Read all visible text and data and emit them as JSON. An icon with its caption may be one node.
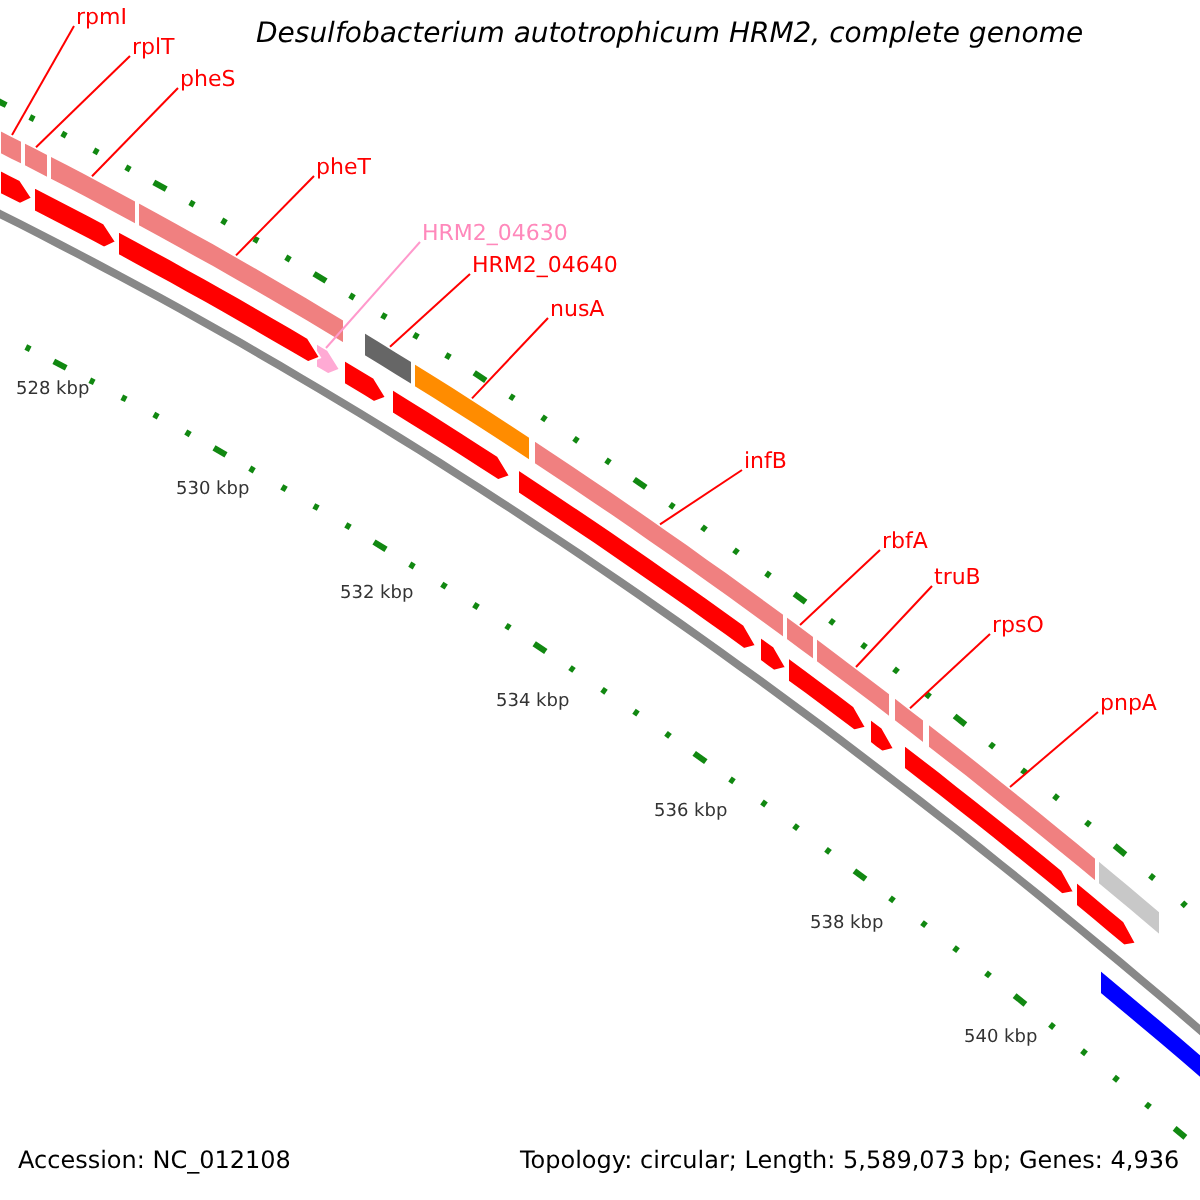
{
  "diagram": {
    "title": "Desulfobacterium autotrophicum HRM2, complete genome",
    "nodes": [
      {
        "text": [
          "rpmI"
        ]
      },
      {
        "text": [
          "rplT"
        ]
      },
      {
        "text": [
          "pheS"
        ]
      },
      {
        "text": [
          "pheT"
        ]
      },
      {
        "text": [
          "HRM2_04630"
        ]
      },
      {
        "text": [
          "HRM2_04640"
        ]
      },
      {
        "text": [
          "nusA"
        ]
      },
      {
        "text": [
          "infB"
        ]
      },
      {
        "text": [
          "rbfA"
        ]
      },
      {
        "text": [
          "truB"
        ]
      },
      {
        "text": [
          "rpsO"
        ]
      },
      {
        "text": [
          "pnpA"
        ]
      },
      {
        "text": [],
        "shape": "bar"
      },
      {
        "text": [],
        "shape": "bar"
      },
      {
        "text": [],
        "shape": "bar"
      },
      {
        "text": [],
        "shape": "bar"
      },
      {
        "text": [],
        "shape": "bar"
      },
      {
        "text": [],
        "shape": "bar"
      },
      {
        "text": [],
        "shape": "bar"
      },
      {
        "text": [],
        "shape": "bar"
      },
      {
        "text": [],
        "shape": "bar"
      },
      {
        "text": [],
        "shape": "bar"
      },
      {
        "text": [],
        "shape": "bar"
      },
      {
        "text": [],
        "shape": "bar"
      },
      {
        "text": [],
        "shape": "bar"
      },
      {
        "text": [],
        "shape": "bar"
      },
      {
        "text": [],
        "shape": "bar"
      },
      {
        "text": [],
        "shape": "bar"
      },
      {
        "text": [],
        "shape": "bar"
      },
      {
        "text": [],
        "shape": "bar"
      },
      {
        "text": [],
        "shape": "bar"
      },
      {
        "text": [],
        "shape": "bar"
      },
      {
        "text": [],
        "shape": "bar"
      },
      {
        "text": [],
        "shape": "bar"
      },
      {
        "text": [],
        "shape": "bar"
      },
      {
        "text": [],
        "shape": "bar"
      },
      {
        "text": [],
        "shape": "bar"
      }
    ],
    "edges": [
      {
        "from": 0,
        "to": 12,
        "arrow": "none"
      },
      {
        "from": 1,
        "to": 13,
        "arrow": "none"
      },
      {
        "from": 2,
        "to": 14,
        "arrow": "none"
      },
      {
        "from": 3,
        "to": 15,
        "arrow": "none"
      },
      {
        "from": 4,
        "to": 16,
        "arrow": "none",
        "color": "#ff99cc"
      },
      {
        "from": 5,
        "to": 17,
        "arrow": "none"
      },
      {
        "from": 6,
        "to": 18,
        "arrow": "none"
      },
      {
        "from": 7,
        "to": 19,
        "arrow": "none"
      },
      {
        "from": 8,
        "to": 20,
        "arrow": "none"
      },
      {
        "from": 9,
        "to": 21,
        "arrow": "none"
      },
      {
        "from": 10,
        "to": 22,
        "arrow": "none"
      },
      {
        "from": 11,
        "to": 23,
        "arrow": "none"
      }
    ],
    "labels": [
      "528 kbp",
      "530 kbp",
      "532 kbp",
      "534 kbp",
      "536 kbp",
      "538 kbp",
      "540 kbp",
      "Accession: NC_012108",
      "Topology: circular; Length: 5,589,073 bp; Genes: 4,936"
    ]
  }
}
